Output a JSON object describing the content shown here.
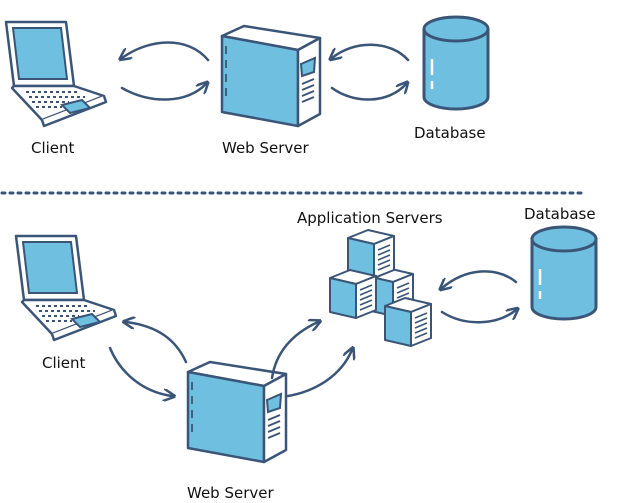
{
  "colors": {
    "stroke": "#3b5578",
    "fill": "#6fc0e0",
    "white": "#ffffff",
    "separator": "#3b5578"
  },
  "top_tier": {
    "client_label": "Client",
    "web_server_label": "Web Server",
    "database_label": "Database"
  },
  "bottom_tier": {
    "client_label": "Client",
    "web_server_label": "Web Server",
    "app_servers_label": "Application Servers",
    "database_label": "Database"
  },
  "icons": [
    "laptop-icon",
    "server-tower-icon",
    "database-cylinder-icon",
    "server-cluster-icon",
    "cycle-arrows-icon"
  ]
}
